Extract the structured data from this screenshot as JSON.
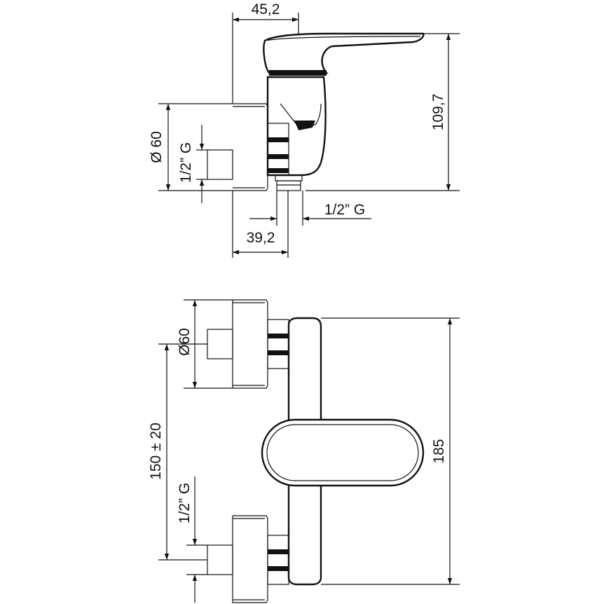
{
  "side_view": {
    "top_width": "45,2",
    "height": "109,7",
    "diameter": "Ø 60",
    "inlet_thread": "1/2” G",
    "outlet_thread": "1/2” G",
    "depth": "39,2"
  },
  "front_view": {
    "diameter": "Ø60",
    "spacing": "150 ± 20",
    "inlet_thread": "1/2” G",
    "height": "185"
  }
}
